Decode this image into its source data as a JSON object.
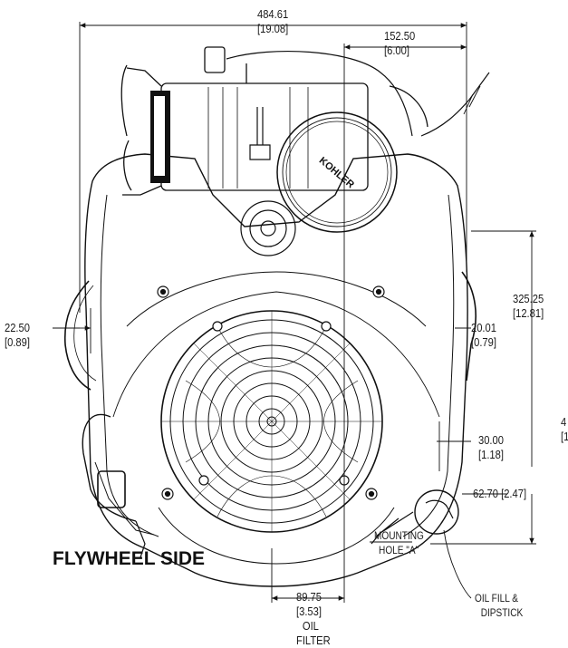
{
  "view_title": "FLYWHEEL SIDE",
  "dimensions": {
    "overall_width": {
      "mm": "484.61",
      "in": "[19.08]"
    },
    "offset_right": {
      "mm": "152.50",
      "in": "[6.00]"
    },
    "height_upper": {
      "mm": "325.25",
      "in": "[12.81]"
    },
    "left_offset": {
      "mm": "22.50",
      "in": "[0.89]"
    },
    "right_offset": {
      "mm": "20.01",
      "in": "[0.79]"
    },
    "lower_offset": {
      "mm": "30.00",
      "in": "[1.18]"
    },
    "oil_fill": {
      "text": "62.70 [2.47]"
    },
    "oil_filter": {
      "mm": "89.75",
      "in": "[3.53]",
      "line1": "OIL",
      "line2": "FILTER"
    },
    "cut_off_label": {
      "line1": "4",
      "line2": "[1"
    }
  },
  "callouts": {
    "mounting_hole": {
      "line1": "MOUNTING",
      "line2": "HOLE \"A\""
    },
    "oil_fill": {
      "line1": "OIL FILL &",
      "line2": "DIPSTICK"
    }
  },
  "brand_mark": "KOHLER"
}
